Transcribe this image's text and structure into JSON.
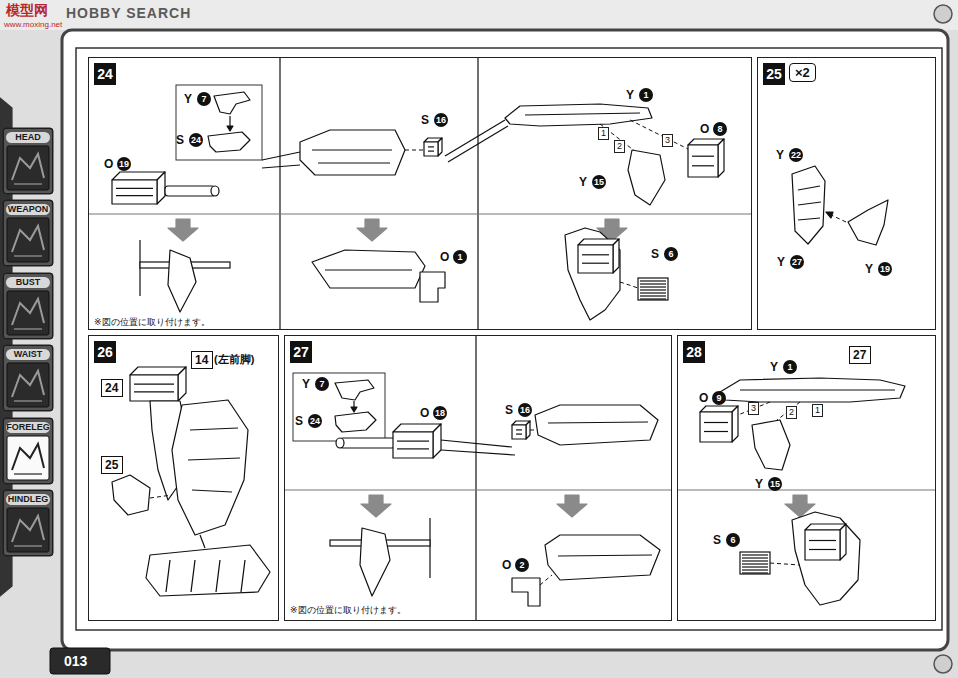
{
  "diagram": {
    "nodes": [
      {
        "text": [
          "HEAD"
        ]
      },
      {
        "text": [
          "WEAPON"
        ]
      },
      {
        "text": [
          "BUST"
        ]
      },
      {
        "text": [
          "WAIST"
        ]
      },
      {
        "text": [
          "FORELEG"
        ]
      },
      {
        "text": [
          "HINDLEG"
        ]
      },
      {
        "text": [
          "24"
        ]
      },
      {
        "text": [
          "25"
        ]
      },
      {
        "text": [
          "×2"
        ],
        "in": 7
      },
      {
        "text": [
          "26"
        ]
      },
      {
        "text": [
          "24"
        ],
        "in": 9
      },
      {
        "text": [
          "14"
        ],
        "in": 9
      },
      {
        "text": [
          "25"
        ],
        "in": 9
      },
      {
        "text": [
          "27"
        ]
      },
      {
        "text": [
          "28"
        ]
      },
      {
        "text": [
          "27"
        ],
        "in": 14
      }
    ],
    "labels": [
      "模型网",
      "www.moxing.net",
      "HOBBY SEARCH",
      "Y",
      "7",
      "S",
      "24",
      "O",
      "19",
      "S",
      "16",
      "O",
      "1",
      "Y",
      "1",
      "1",
      "2",
      "3",
      "O",
      "8",
      "Y",
      "15",
      "S",
      "6",
      "※図の位置に取り付けます。",
      "Y",
      "22",
      "Y",
      "27",
      "Y",
      "19",
      "(左前脚)",
      "Y",
      "7",
      "S",
      "24",
      "O",
      "18",
      "S",
      "16",
      "O",
      "2",
      "※図の位置に取り付けます。",
      "Y",
      "1",
      "1",
      "2",
      "3",
      "O",
      "9",
      "Y",
      "15",
      "S",
      "6",
      "013"
    ]
  }
}
